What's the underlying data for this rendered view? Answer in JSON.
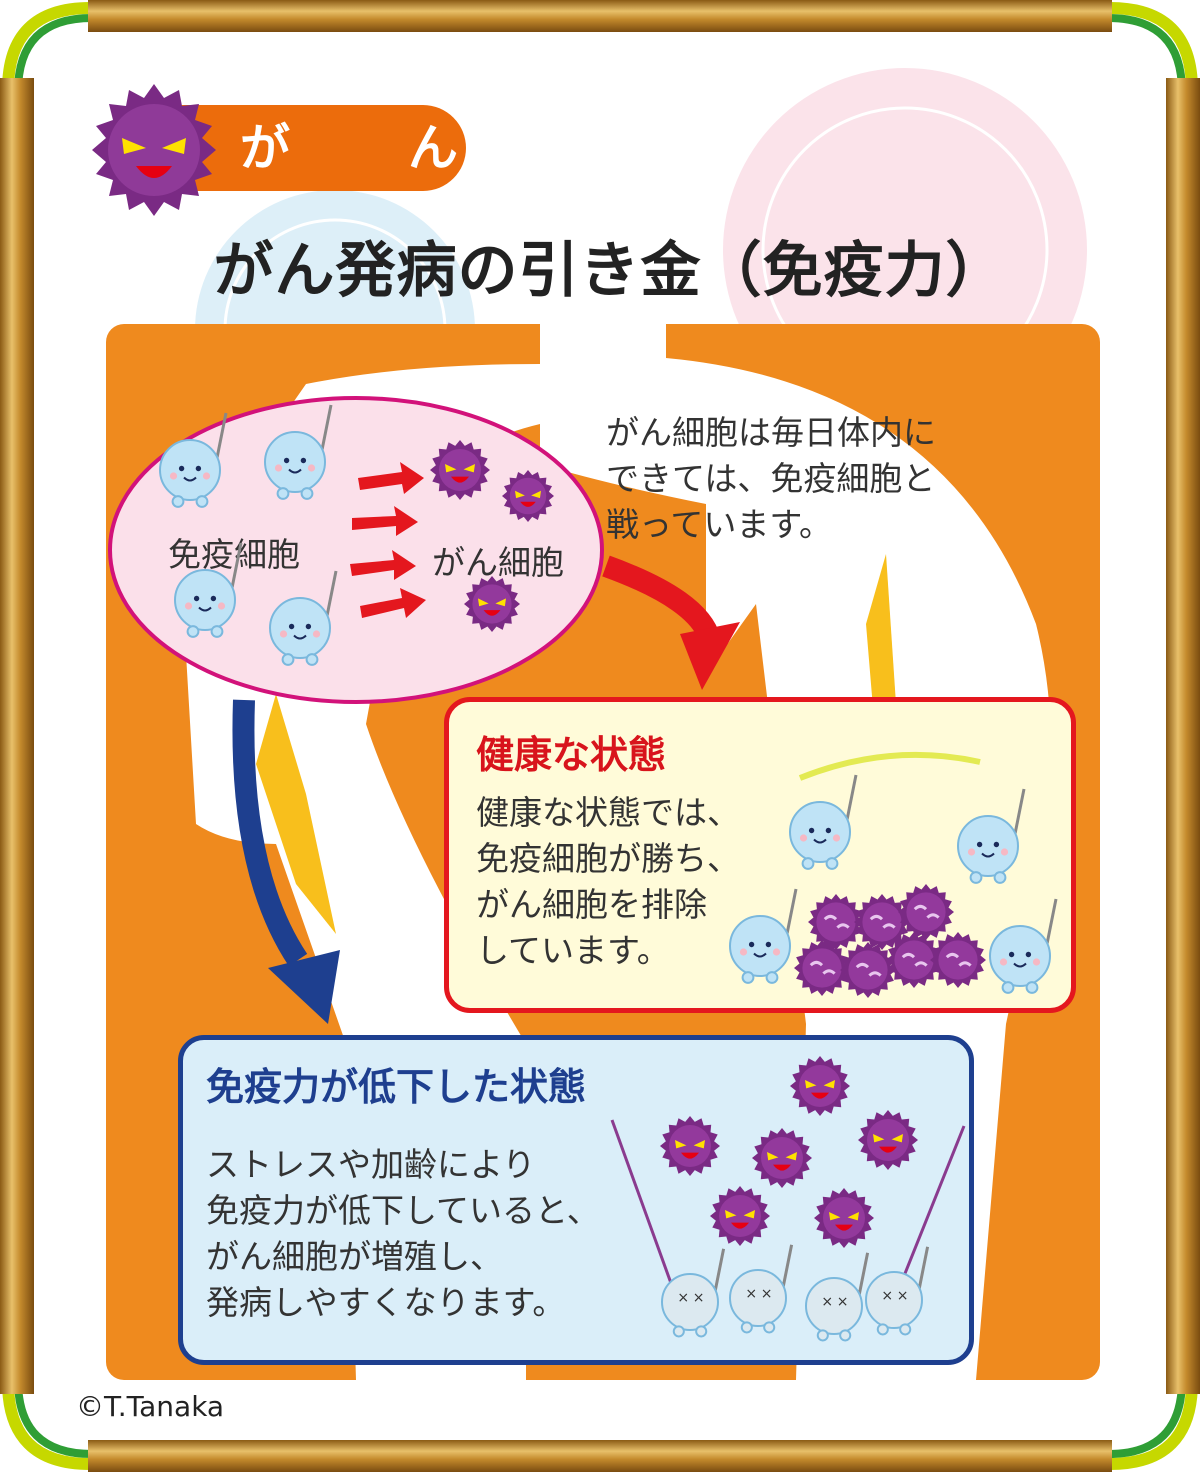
{
  "header": {
    "category_label": "が　ん",
    "title": "がん発病の引き金（免疫力）"
  },
  "intro": {
    "lines": [
      "がん細胞は毎日体内に",
      "できては、免疫細胞と",
      "戦っています。"
    ]
  },
  "battle_oval": {
    "immune_label": "免疫細胞",
    "cancer_label": "がん細胞"
  },
  "healthy_state": {
    "title": "健康な状態",
    "lines": [
      "健康な状態では、",
      "免疫細胞が勝ち、",
      "がん細胞を排除",
      "しています。"
    ]
  },
  "weakened_state": {
    "title": "免疫力が低下した状態",
    "lines": [
      "ストレスや加齢により",
      "免疫力が低下していると、",
      "がん細胞が増殖し、",
      "発病しやすくなります。"
    ]
  },
  "credit": "©T.Tanaka",
  "colors": {
    "orange_panel": "#ef8a1e",
    "header_orange": "#ec6c0c",
    "cancer_purple": "#7a2a84",
    "immune_blue": "#bfe3f6",
    "healthy_border": "#e4171e",
    "weak_border": "#1e3f8f",
    "arrow_red": "#e4171e",
    "arrow_blue": "#1e3f8f",
    "frame_gold": "#c9922e",
    "frame_green": "#3aa935"
  },
  "icons": [
    "cancer-cell-icon",
    "immune-cell-icon",
    "red-arrow-icon",
    "blue-arrow-icon"
  ]
}
